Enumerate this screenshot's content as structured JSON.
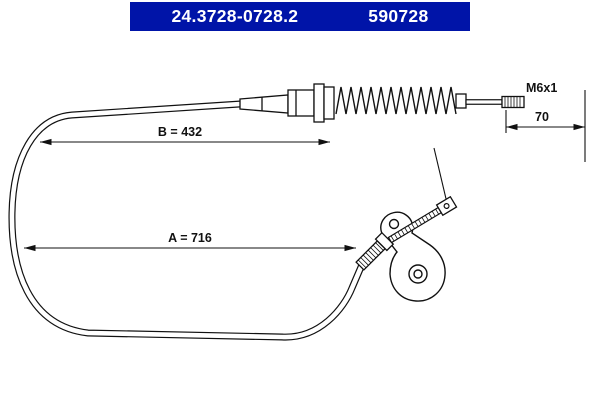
{
  "header": {
    "part_number": "24.3728-0728.2",
    "catalog_number": "590728",
    "bar_color": "#0014A8",
    "text_color": "#FFFFFF"
  },
  "diagram": {
    "labels": {
      "dim_b": "B = 432",
      "dim_a": "A = 716",
      "thread_spec": "M6x1",
      "thread_length": "70"
    },
    "line_color": "#111111",
    "background": "#FFFFFF"
  }
}
